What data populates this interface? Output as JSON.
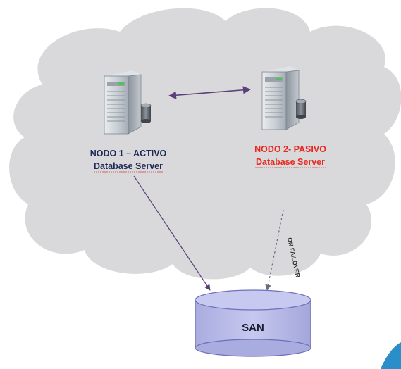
{
  "nodes": {
    "active": {
      "title": "NODO 1 – ACTIVO",
      "subtitle": "Database  Server",
      "title_color": "#1e2a55",
      "subtitle_color": "#1e2a55"
    },
    "passive": {
      "title": "NODO 2- PASIVO",
      "subtitle": "Database  Server",
      "title_color": "#e8281e",
      "subtitle_color": "#e8281e"
    }
  },
  "storage": {
    "label": "SAN",
    "fill": "#b7b9e8",
    "stroke": "#6e71b8"
  },
  "failover_label": "ON FAILOVER",
  "colors": {
    "cloud": "#d9d9dc",
    "arrow": "#5a3f78",
    "dashed_arrow": "#6b6b7c"
  },
  "icons": [
    "server-tower-icon",
    "database-cylinder-icon",
    "double-arrow-icon",
    "cloud-shape"
  ]
}
